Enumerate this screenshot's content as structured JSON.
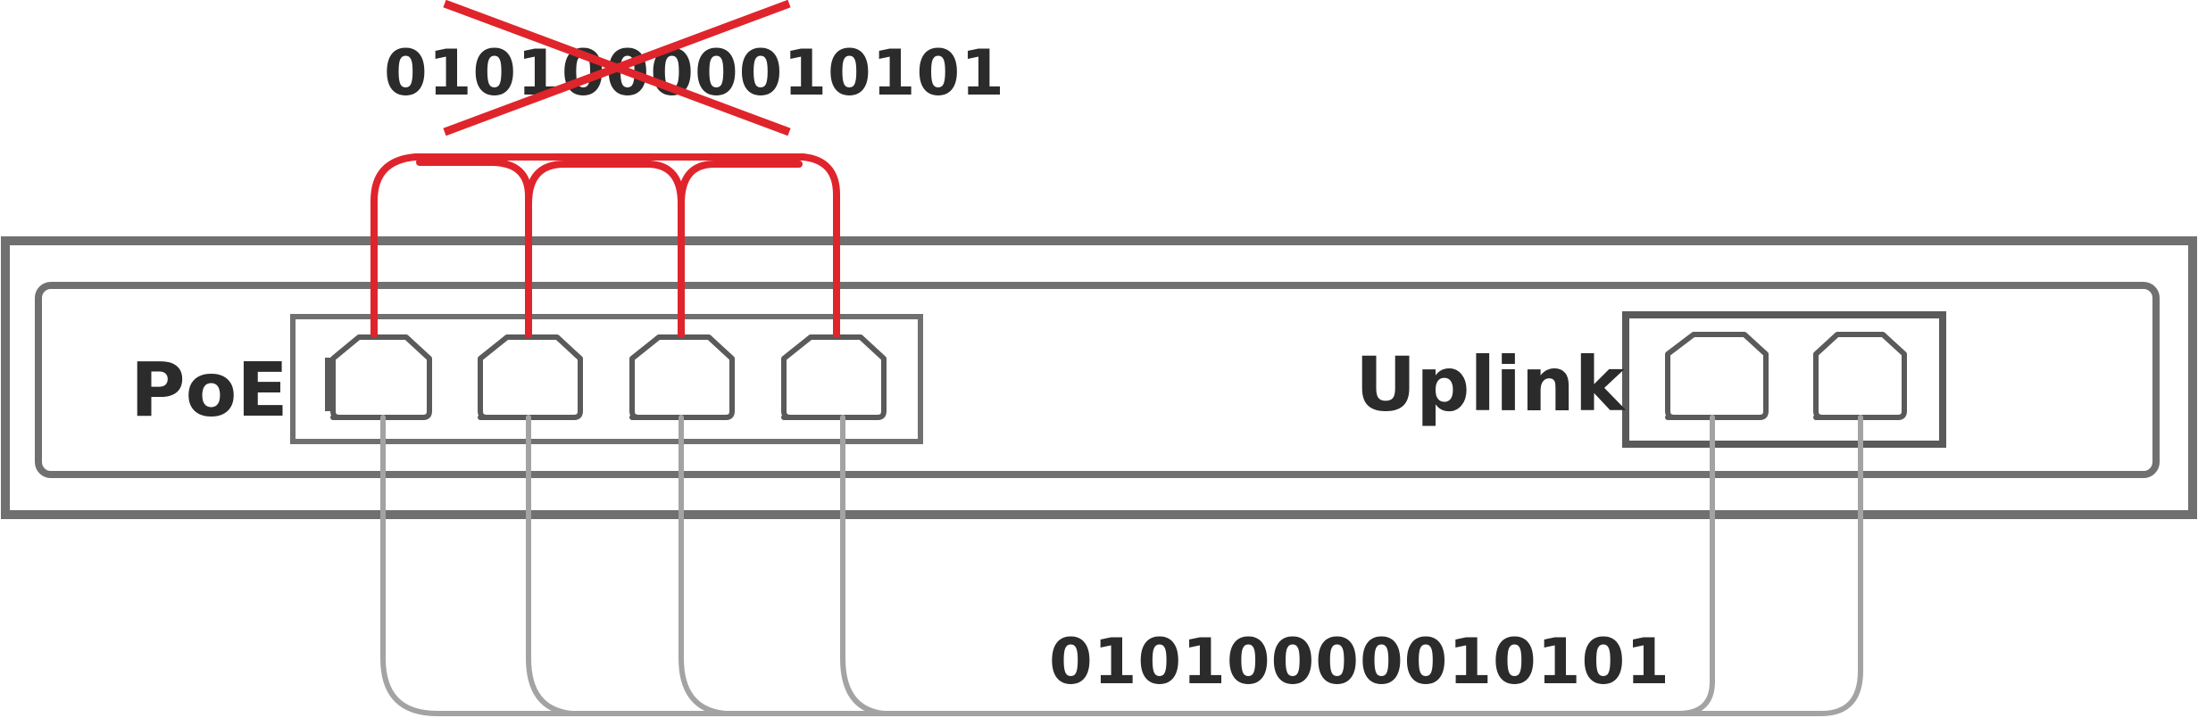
{
  "labels": {
    "blocked_bits": "01010000010101",
    "passing_bits": "01010000010101",
    "poe": "PoE",
    "uplink": "Uplink"
  },
  "colors": {
    "blocked_path": "#e0242b",
    "passing_path": "#a3a3a3",
    "chassis": "#707070",
    "port": "#5a5a5a",
    "text": "#2b2b2b"
  },
  "ports": {
    "poe": [
      "port-1",
      "port-2",
      "port-3",
      "port-4"
    ],
    "uplink": [
      "uplink-1",
      "uplink-2"
    ]
  }
}
